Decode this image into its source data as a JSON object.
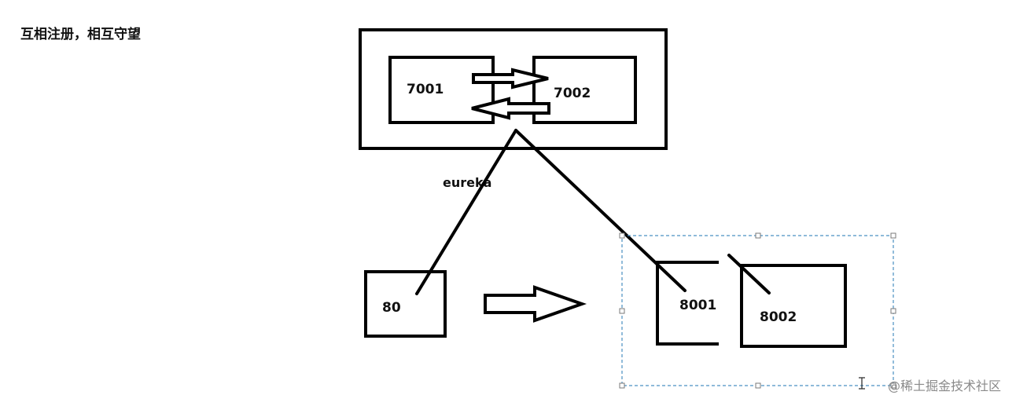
{
  "heading": "互相注册，相互守望",
  "cluster_box_label": "eureka",
  "nodes": {
    "eureka_a": "7001",
    "eureka_b": "7002",
    "consumer": "80",
    "provider_a": "8001",
    "provider_b": "8002"
  },
  "watermark": "@稀土掘金技术社区",
  "colors": {
    "stroke": "#000000",
    "selection": "#4a90c2",
    "text": "#111111",
    "watermark": "#8a8a8a"
  }
}
